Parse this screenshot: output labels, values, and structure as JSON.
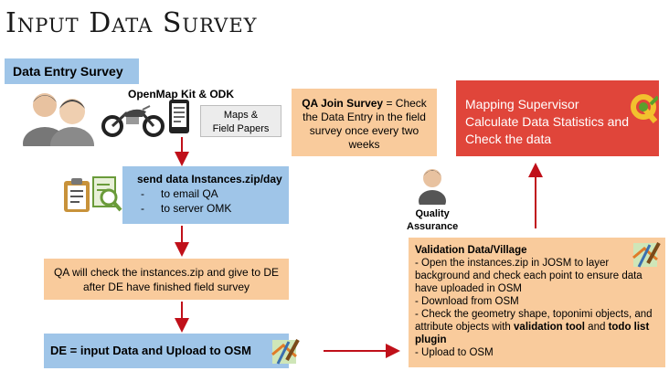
{
  "title": "Input Data Survey",
  "data_entry_survey": "Data Entry Survey",
  "openmap_label": "OpenMap Kit & ODK",
  "maps_papers": {
    "line1": "Maps &",
    "line2": "Field Papers"
  },
  "qa_join": {
    "bold": "QA Join Survey",
    "rest": " = Check the Data Entry in the field survey once every two weeks"
  },
  "supervisor": {
    "line1": "Mapping Supervisor",
    "line2": "Calculate Data Statistics and",
    "line3": "Check the data"
  },
  "send_box": {
    "title": "send data Instances.zip/day",
    "items": [
      "to email QA",
      "to server OMK"
    ]
  },
  "qa_check": "QA will check the instances.zip and give to DE after DE have finished field survey",
  "de_input": "DE = input Data and Upload to OSM",
  "quality_assurance": {
    "line1": "Quality",
    "line2": "Assurance"
  },
  "validation": {
    "title": "Validation Data/Village",
    "line1": "- Open the instances.zip in JOSM to layer background and check each point to ensure data have uploaded in OSM",
    "line2": "- Download from OSM",
    "line3_pre": "- Check the geometry shape, toponimi objects, and attribute objects with ",
    "line3_b1": "validation tool",
    "line3_mid": " and ",
    "line3_b2": "todo list plugin",
    "line4": "- Upload to OSM"
  },
  "colors": {
    "blue_box": "#9fc5e8",
    "peach_box": "#f9cb9c",
    "red_box": "#e0453a",
    "arrow": "#c0101a"
  },
  "icons": [
    "users-icon",
    "motorcycle-icon",
    "phone-form-icon",
    "clipboard-icon",
    "search-document-icon",
    "qgis-icon",
    "josm-map-icon",
    "qa-person-icon"
  ]
}
